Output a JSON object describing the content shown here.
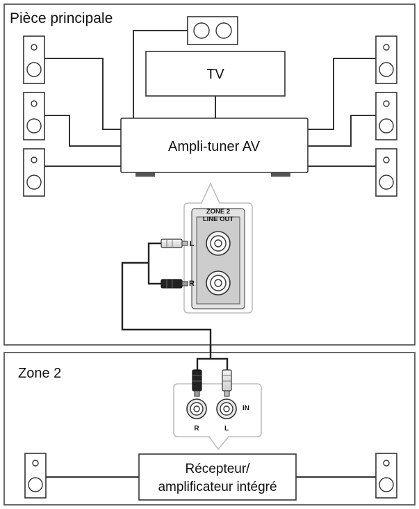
{
  "main_room": {
    "title": "Pièce principale",
    "tv_label": "TV",
    "receiver_label": "Ampli-tuner AV",
    "jack_title_line1": "ZONE 2",
    "jack_title_line2": "LINE OUT",
    "jack_left": "L",
    "jack_right": "R"
  },
  "zone2": {
    "title": "Zone 2",
    "input_label": "IN",
    "input_right": "R",
    "input_left": "L",
    "amp_label_line1": "Récepteur/",
    "amp_label_line2": "amplificateur intégré"
  }
}
